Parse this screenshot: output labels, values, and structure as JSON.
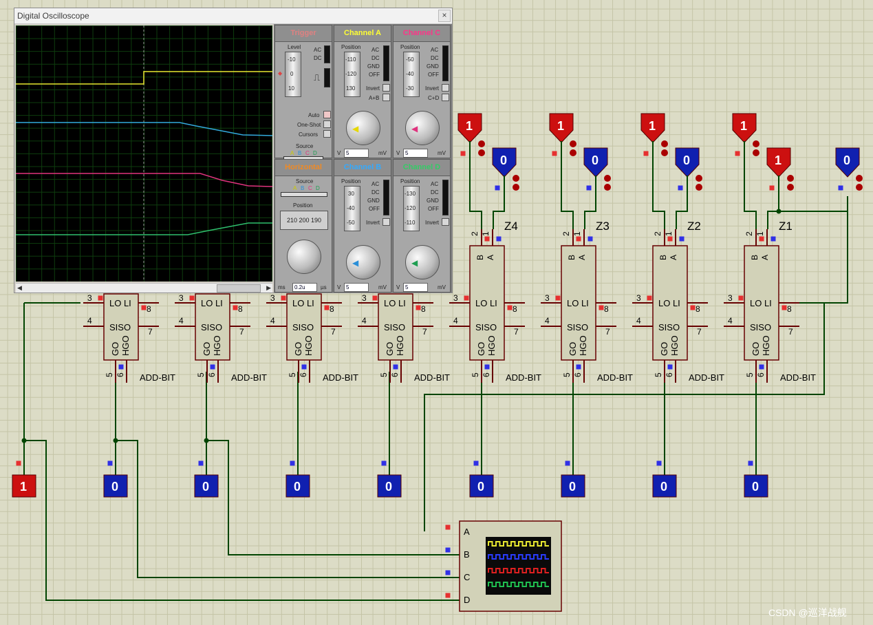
{
  "oscilloscope": {
    "title": "Digital Oscilloscope",
    "close_glyph": "×",
    "trigger": {
      "title": "Trigger",
      "level_label": "Level",
      "scale": [
        "-10",
        "0",
        "10"
      ],
      "ac": "AC",
      "dc": "DC",
      "auto": "Auto",
      "one_shot": "One-Shot",
      "cursors": "Cursors",
      "source_label": "Source",
      "sources": [
        "A",
        "B",
        "C",
        "D"
      ]
    },
    "horizontal": {
      "title": "Horizontal",
      "source_label": "Source",
      "sources": [
        "A",
        "B",
        "C",
        "D"
      ],
      "position_label": "Position",
      "position_scale": "210 200 190",
      "timebase_value": "0.2u",
      "unit_left": "ms",
      "unit_right": "µs"
    },
    "channels": [
      {
        "id": "a",
        "title": "Channel A",
        "title_color": "#ffff33",
        "position_label": "Position",
        "scale": [
          "-110",
          "-120",
          "130"
        ],
        "modes": [
          "AC",
          "DC",
          "GND",
          "OFF"
        ],
        "invert": "Invert",
        "combo": "A+B",
        "volts_value": "5",
        "unit_left": "V",
        "unit_right": "mV",
        "knob_color": "#e6d800"
      },
      {
        "id": "c",
        "title": "Channel C",
        "title_color": "#ff3388",
        "position_label": "Position",
        "scale": [
          "-50",
          "-40",
          "-30"
        ],
        "modes": [
          "AC",
          "DC",
          "GND",
          "OFF"
        ],
        "invert": "Invert",
        "combo": "C+D",
        "volts_value": "5",
        "unit_left": "V",
        "unit_right": "mV",
        "knob_color": "#e0337e"
      },
      {
        "id": "b",
        "title": "Channel B",
        "title_color": "#33aaff",
        "position_label": "Position",
        "scale": [
          "30",
          "-40",
          "-50"
        ],
        "modes": [
          "AC",
          "DC",
          "GND",
          "OFF"
        ],
        "invert": "Invert",
        "combo": "",
        "volts_value": "5",
        "unit_left": "V",
        "unit_right": "mV",
        "knob_color": "#2a8fd8"
      },
      {
        "id": "d",
        "title": "Channel D",
        "title_color": "#33cc66",
        "position_label": "Position",
        "scale": [
          "-130",
          "-120",
          "-110"
        ],
        "modes": [
          "AC",
          "DC",
          "GND",
          "OFF"
        ],
        "invert": "Invert",
        "combo": "",
        "volts_value": "5",
        "unit_left": "V",
        "unit_right": "mV",
        "knob_color": "#1f9e52"
      }
    ],
    "trace_colors": {
      "a": "#e8e830",
      "b": "#33aadd",
      "c": "#e0337e",
      "d": "#2fbf6e"
    }
  },
  "schematic": {
    "wire_color": "#004400",
    "modules": [
      {
        "label": "",
        "out_label": "ADD-BIT"
      },
      {
        "label": "",
        "out_label": "ADD-BIT"
      },
      {
        "label": "",
        "out_label": "ADD-BIT"
      },
      {
        "label": "",
        "out_label": "ADD-BIT"
      },
      {
        "label": "Z4",
        "out_label": "ADD-BIT"
      },
      {
        "label": "Z3",
        "out_label": "ADD-BIT"
      },
      {
        "label": "Z2",
        "out_label": "ADD-BIT"
      },
      {
        "label": "Z1",
        "out_label": "ADD-BIT"
      }
    ],
    "module_text": {
      "lo_li": "LO LI",
      "siso": "SISO",
      "go": "GO",
      "hgo": "HGO",
      "b": "B",
      "a": "A"
    },
    "pin_numbers": {
      "p1": "1",
      "p2": "2",
      "p3": "3",
      "p4": "4",
      "p5": "5",
      "p6": "6",
      "p7": "7",
      "p8": "8"
    },
    "logic_sources_top": [
      "1",
      "0",
      "1",
      "0",
      "1",
      "0",
      "1",
      "1",
      "0"
    ],
    "logic_sources_bottom": [
      "1",
      "0",
      "0",
      "0",
      "0",
      "0",
      "0",
      "0",
      "0"
    ],
    "scope_channels": [
      "A",
      "B",
      "C",
      "D"
    ]
  },
  "watermark": "CSDN @巡洋战舰"
}
